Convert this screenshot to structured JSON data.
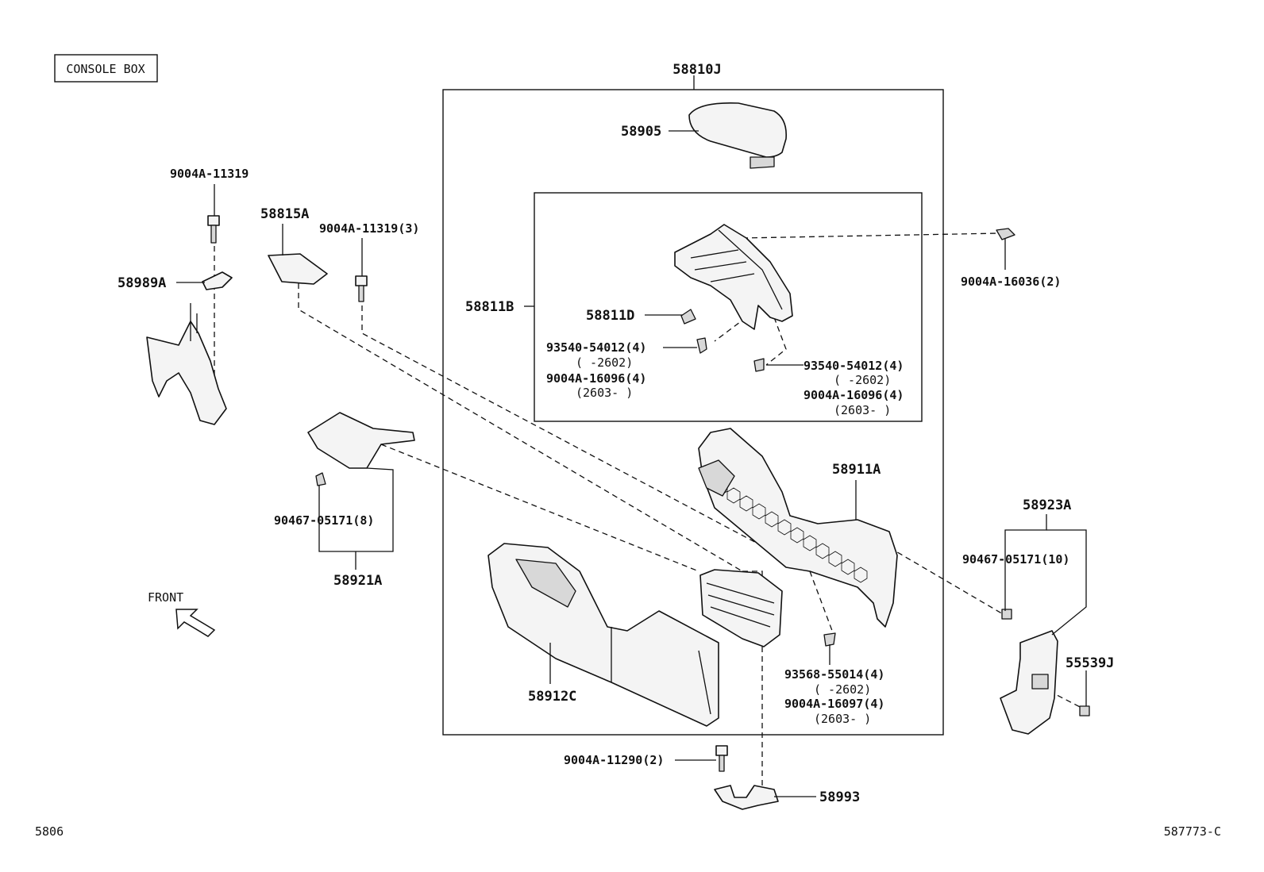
{
  "header": {
    "section_title": "CONSOLE BOX"
  },
  "footer": {
    "page_code": "5806",
    "figure_id": "587773-C"
  },
  "orientation": {
    "label": "FRONT"
  },
  "parts": {
    "p58810J": "58810J",
    "p58905": "58905",
    "p58811B": "58811B",
    "p58811D": "58811D",
    "p9004A_16036": "9004A-16036(2)",
    "c93540_left": "93540-54012(4)",
    "c93540_left_range": "(    -2602)",
    "c9004A_16096_left": "9004A-16096(4)",
    "c9004A_16096_left_range": "(2603-    )",
    "c93540_right": "93540-54012(4)",
    "c93540_right_range": "(    -2602)",
    "c9004A_16096_right": "9004A-16096(4)",
    "c9004A_16096_right_range": "(2603-    )",
    "p58911A": "58911A",
    "p58912C": "58912C",
    "c93568": "93568-55014(4)",
    "c93568_range": "(    -2602)",
    "c9004A_16097": "9004A-16097(4)",
    "c9004A_16097_range": "(2603-    )",
    "p9004A_11290": "9004A-11290(2)",
    "p58993": "58993",
    "p9004A_11319_top": "9004A-11319",
    "p58989A": "58989A",
    "p58815A": "58815A",
    "p9004A_11319_3": "9004A-11319(3)",
    "p90467_8": "90467-05171(8)",
    "p58921A": "58921A",
    "p58923A": "58923A",
    "p90467_10": "90467-05171(10)",
    "p55539J": "55539J"
  }
}
